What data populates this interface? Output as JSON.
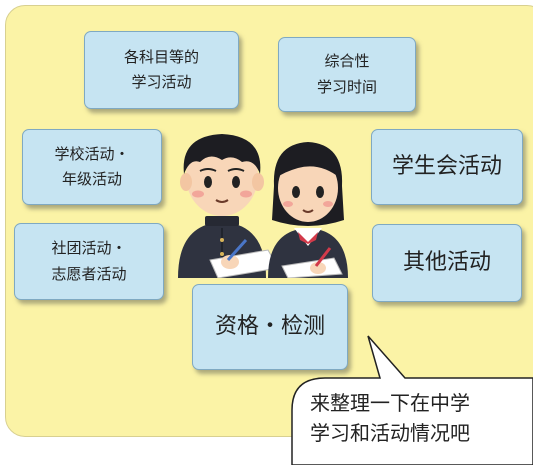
{
  "activities": {
    "subjects": [
      "各科目等的",
      "学习活动"
    ],
    "integrated": [
      "综合性",
      "学习时间"
    ],
    "school": [
      "学校活动・",
      "年级活动"
    ],
    "council": "学生会活动",
    "club": [
      "社团活动・",
      "志愿者活动"
    ],
    "other": "其他活动",
    "qualification": "资格・检测"
  },
  "speech_bubble": {
    "line1": "来整理一下在中学",
    "line2": "学习和活动情况吧"
  }
}
